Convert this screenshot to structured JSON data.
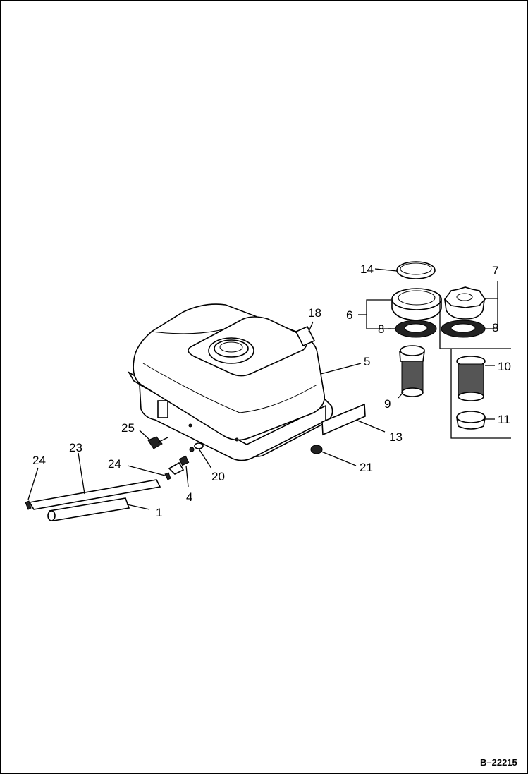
{
  "diagram": {
    "reference_code": "B–22215",
    "callouts": [
      {
        "id": "c1",
        "label": "1"
      },
      {
        "id": "c4",
        "label": "4"
      },
      {
        "id": "c5",
        "label": "5"
      },
      {
        "id": "c6",
        "label": "6"
      },
      {
        "id": "c7",
        "label": "7"
      },
      {
        "id": "c8a",
        "label": "8"
      },
      {
        "id": "c8b",
        "label": "8"
      },
      {
        "id": "c9",
        "label": "9"
      },
      {
        "id": "c10",
        "label": "10"
      },
      {
        "id": "c11",
        "label": "11"
      },
      {
        "id": "c13",
        "label": "13"
      },
      {
        "id": "c14",
        "label": "14"
      },
      {
        "id": "c18",
        "label": "18"
      },
      {
        "id": "c20",
        "label": "20"
      },
      {
        "id": "c21",
        "label": "21"
      },
      {
        "id": "c23",
        "label": "23"
      },
      {
        "id": "c24a",
        "label": "24"
      },
      {
        "id": "c24b",
        "label": "24"
      },
      {
        "id": "c25",
        "label": "25"
      }
    ]
  }
}
